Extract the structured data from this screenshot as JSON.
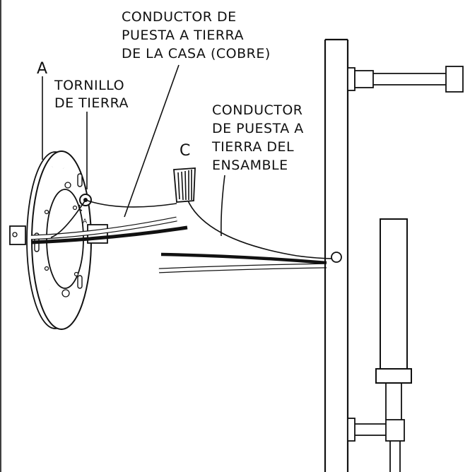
{
  "labels": {
    "house_ground_l1": "CONDUCTOR DE",
    "house_ground_l2": "PUESTA A TIERRA",
    "house_ground_l3": "DE LA CASA (COBRE)",
    "letter_a": "A",
    "screw_l1": "TORNILLO",
    "screw_l2": "DE TIERRA",
    "letter_c": "C",
    "fixture_ground_l1": "CONDUCTOR",
    "fixture_ground_l2": "DE PUESTA A",
    "fixture_ground_l3": "TIERRA DEL",
    "fixture_ground_l4": "ENSAMBLE",
    "plate_mark": "A"
  },
  "colors": {
    "line": "#111111",
    "background": "#ffffff",
    "wire_white": "#ffffff"
  }
}
